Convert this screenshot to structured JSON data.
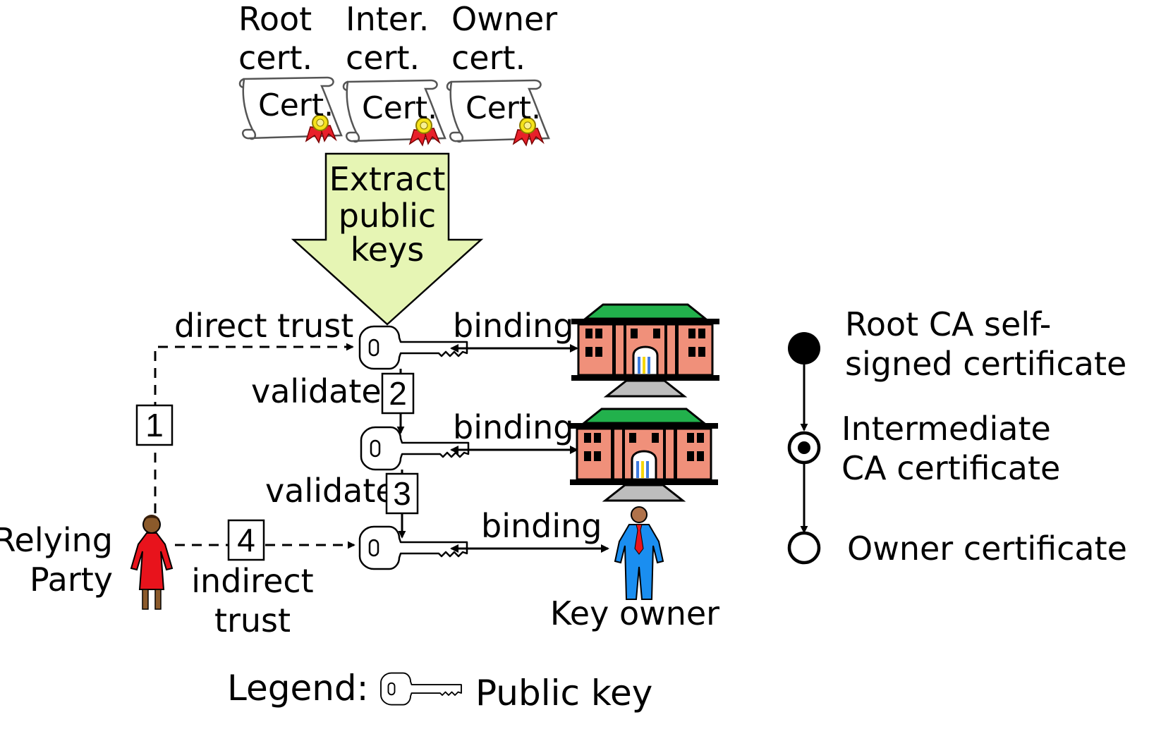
{
  "certificates": [
    {
      "label_line1": "Root",
      "label_line2": "cert.",
      "scroll_text": "Cert."
    },
    {
      "label_line1": "Inter.",
      "label_line2": "cert.",
      "scroll_text": "Cert."
    },
    {
      "label_line1": "Owner",
      "label_line2": "cert.",
      "scroll_text": "Cert."
    }
  ],
  "extract_arrow": {
    "line1": "Extract",
    "line2": "public",
    "line3": "keys"
  },
  "trust": {
    "direct": "direct trust",
    "indirect_line1": "indirect",
    "indirect_line2": "trust",
    "validate_1": "validate",
    "validate_2": "validate",
    "steps": [
      "1",
      "2",
      "3",
      "4"
    ]
  },
  "bindings": [
    "binding",
    "binding",
    "binding"
  ],
  "relying_party": {
    "line1": "Relying",
    "line2": "Party"
  },
  "key_owner": "Key owner",
  "chain_legend": {
    "root_line1": "Root CA self-",
    "root_line2": "signed certificate",
    "inter_line1": "Intermediate",
    "inter_line2": "CA certificate",
    "owner": "Owner certificate"
  },
  "legend": {
    "title": "Legend:",
    "public_key": "Public key"
  },
  "colors": {
    "arrow_fill": "#e6f5b4",
    "ribbon_red": "#e8202a",
    "seal_yellow": "#f5e21a",
    "building_roof": "#22b14c",
    "building_wall": "#f0907a",
    "person_female": "#e8131c",
    "person_male": "#1a8ef0"
  },
  "icons": [
    "certificate-scroll-icon",
    "key-icon",
    "building-icon",
    "woman-icon",
    "man-icon"
  ]
}
